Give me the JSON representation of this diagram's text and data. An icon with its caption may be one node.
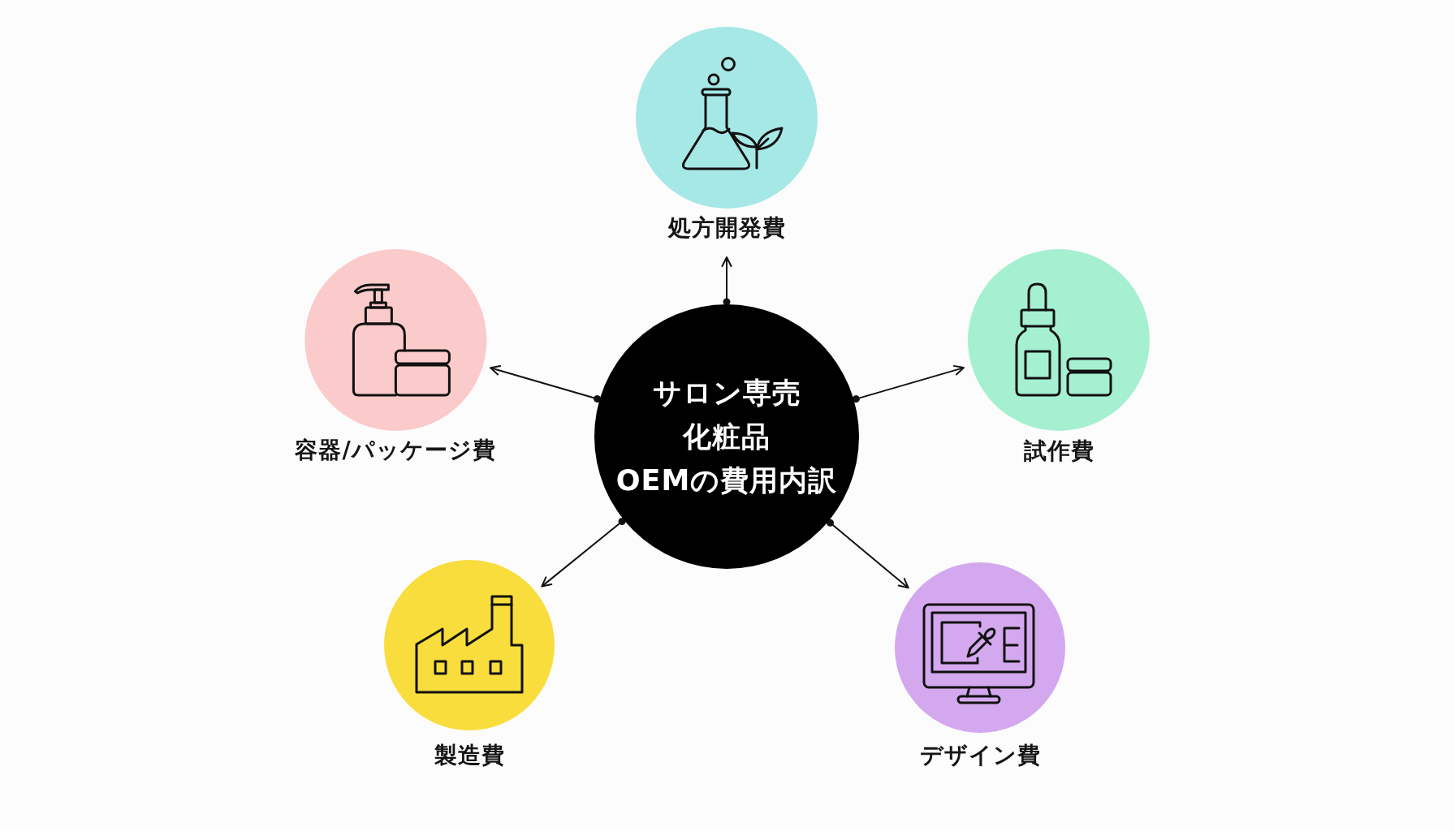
{
  "diagram": {
    "nodes": [
      {
        "text": [
          "サロン専売化粧品OEMの費用内訳"
        ]
      },
      {
        "text": [
          "処方開発費"
        ]
      },
      {
        "text": [
          "容器/パッケージ費"
        ]
      },
      {
        "text": [
          "試作費"
        ]
      },
      {
        "text": [
          "製造費"
        ]
      },
      {
        "text": [
          "デザイン費"
        ]
      }
    ],
    "edges": [
      {
        "from": 0,
        "to": 1,
        "arrow": "to"
      },
      {
        "from": 0,
        "to": 2,
        "arrow": "to"
      },
      {
        "from": 0,
        "to": 3,
        "arrow": "to"
      },
      {
        "from": 0,
        "to": 4,
        "arrow": "to"
      },
      {
        "from": 0,
        "to": 5,
        "arrow": "to"
      }
    ]
  }
}
